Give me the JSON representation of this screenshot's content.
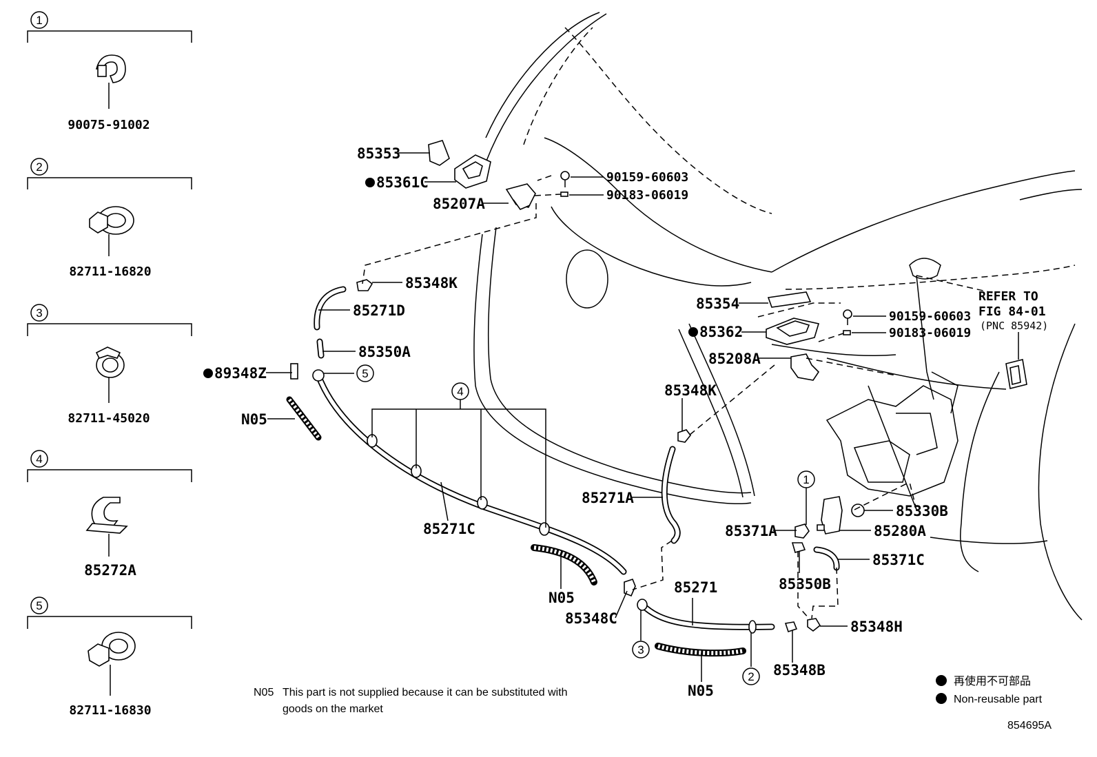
{
  "legend_boxes": [
    {
      "num": "1",
      "part": "90075-91002"
    },
    {
      "num": "2",
      "part": "82711-16820"
    },
    {
      "num": "3",
      "part": "82711-45020"
    },
    {
      "num": "4",
      "part": "85272A"
    },
    {
      "num": "5",
      "part": "82711-16830"
    }
  ],
  "labels": {
    "p85353": "85353",
    "p85361C": "85361C",
    "p85207A": "85207A",
    "p90159_a": "90159-60603",
    "p90183_a": "90183-06019",
    "p85348K_a": "85348K",
    "p85271D": "85271D",
    "p85350A": "85350A",
    "p89348Z": "89348Z",
    "pN05_a": "N05",
    "p85271C": "85271C",
    "pN05_b": "N05",
    "p85348C": "85348C",
    "p85271": "85271",
    "pN05_c": "N05",
    "p85354": "85354",
    "p85362": "85362",
    "p90159_b": "90159-60603",
    "p90183_b": "90183-06019",
    "p85208A": "85208A",
    "p85348K_b": "85348K",
    "p85271A": "85271A",
    "p85330B": "85330B",
    "p85371A": "85371A",
    "p85280A": "85280A",
    "p85350B": "85350B",
    "p85371C": "85371C",
    "p85348H": "85348H",
    "p85348B": "85348B"
  },
  "callouts": {
    "c4": "4",
    "c5": "5",
    "c1": "1",
    "c3": "3",
    "c2": "2"
  },
  "refer": {
    "line1": "REFER TO",
    "line2": "FIG 84-01",
    "line3": "(PNC 85942)"
  },
  "note": {
    "code": "N05",
    "line1": "This part is not supplied because it can be substituted with",
    "line2": "goods on the market"
  },
  "legend_marks": {
    "jp": "再使用不可部品",
    "en": "Non-reusable part"
  },
  "diagram_id": "854695A"
}
